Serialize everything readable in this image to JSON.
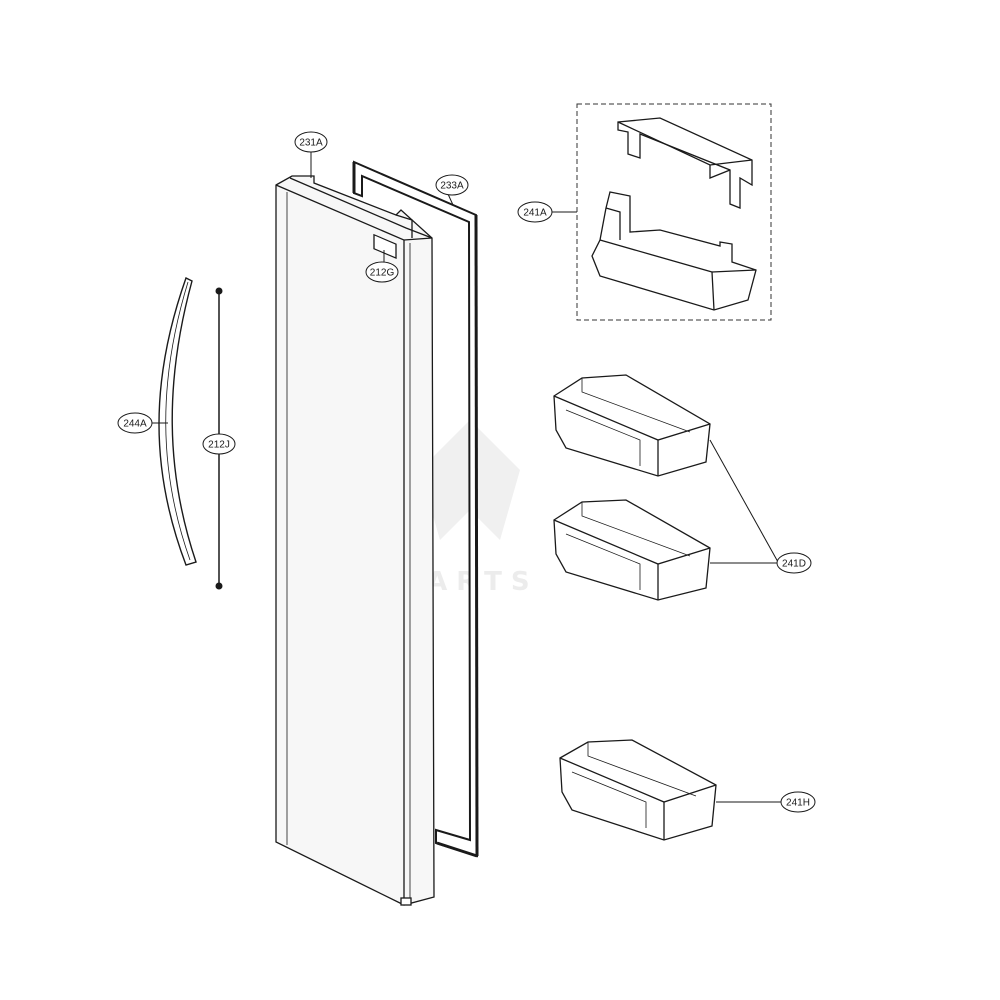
{
  "watermark": "LEAPARTS",
  "callouts": {
    "door": "231A",
    "gasket": "233A",
    "cap": "212G",
    "handle": "244A",
    "screw_rod": "212J",
    "top_bin": "241A",
    "mid_bins": "241D",
    "bottom_bin": "241H"
  },
  "colors": {
    "line": "#1a1a1a",
    "panel_fill": "#f7f7f7",
    "dashed_box": "#333333"
  }
}
